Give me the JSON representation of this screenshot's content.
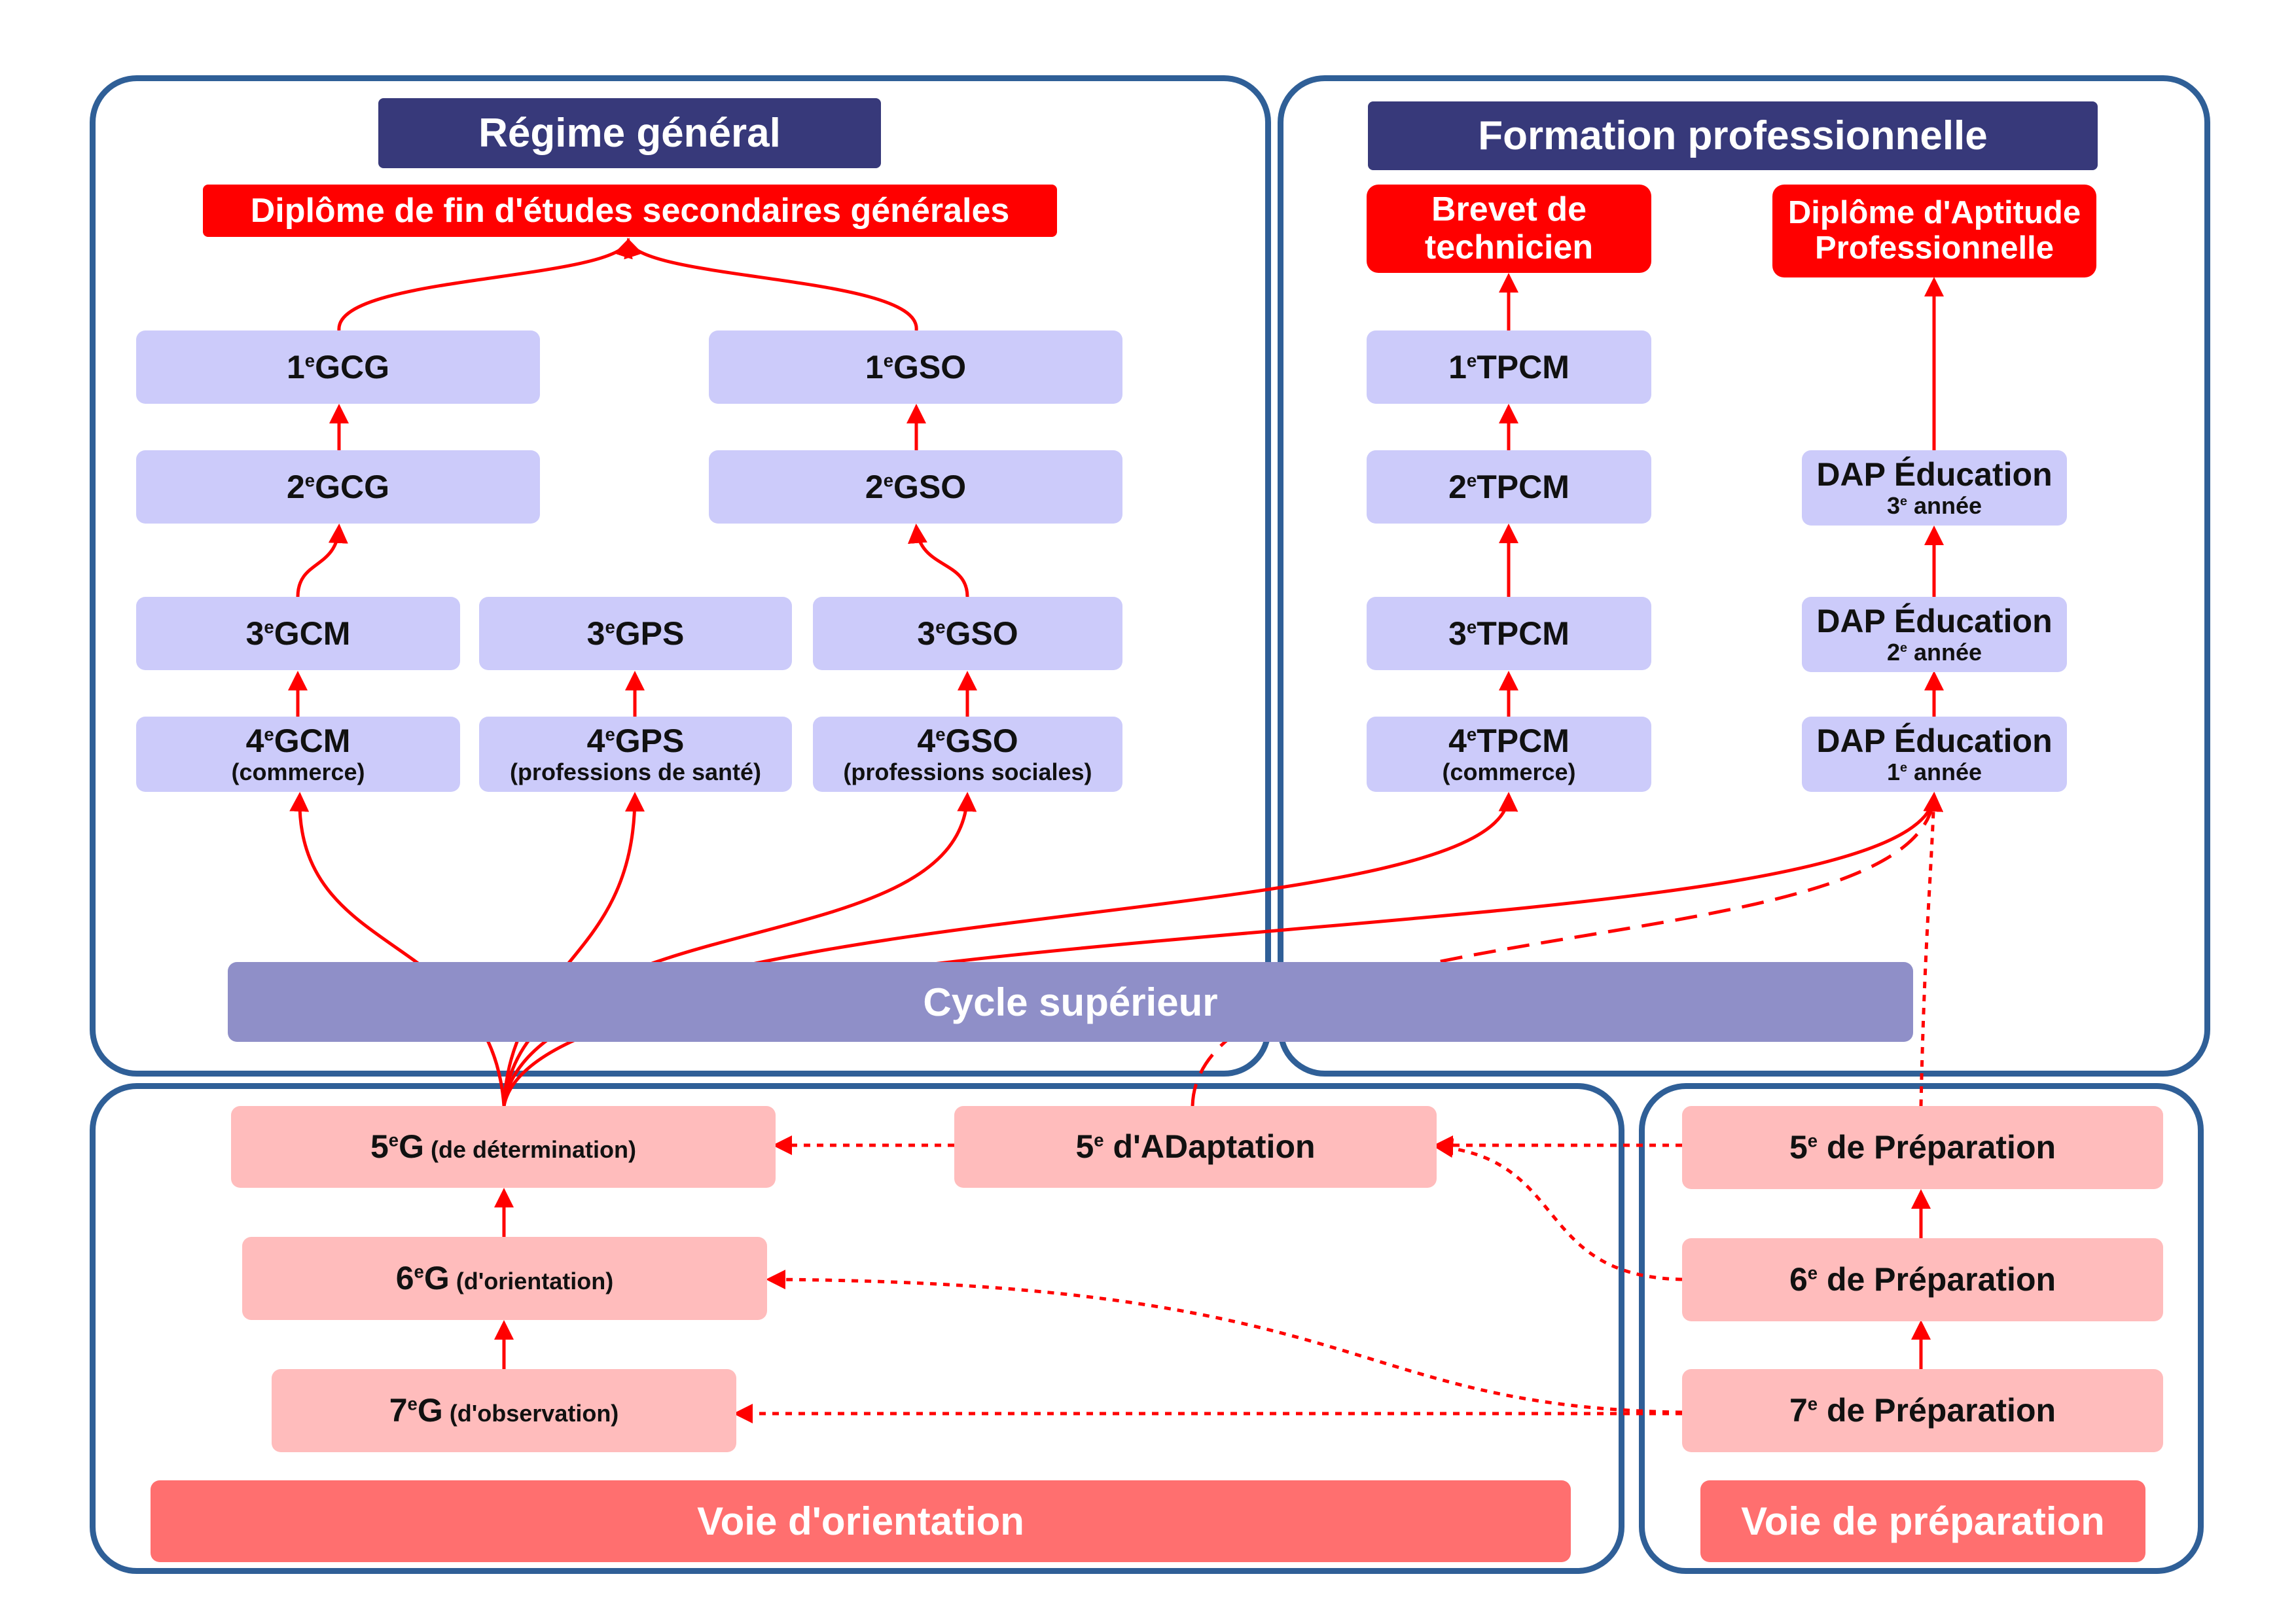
{
  "headers": {
    "regime_general": "Régime général",
    "formation_pro": "Formation professionnelle"
  },
  "diplomas": {
    "general": "Diplôme de fin d'études secondaires générales",
    "bt_line1": "Brevet de",
    "bt_line2": "technicien",
    "dap_line1": "Diplôme d'Aptitude",
    "dap_line2": "Professionnelle"
  },
  "general_boxes": {
    "gcg1": {
      "num": "1",
      "sup": "e",
      "code": "GCG"
    },
    "gso1": {
      "num": "1",
      "sup": "e",
      "code": "GSO"
    },
    "gcg2": {
      "num": "2",
      "sup": "e",
      "code": "GCG"
    },
    "gso2": {
      "num": "2",
      "sup": "e",
      "code": "GSO"
    },
    "gcm3": {
      "num": "3",
      "sup": "e",
      "code": "GCM"
    },
    "gps3": {
      "num": "3",
      "sup": "e",
      "code": "GPS"
    },
    "gso3": {
      "num": "3",
      "sup": "e",
      "code": "GSO"
    },
    "gcm4": {
      "num": "4",
      "sup": "e",
      "code": "GCM",
      "sub": "(commerce)"
    },
    "gps4": {
      "num": "4",
      "sup": "e",
      "code": "GPS",
      "sub": "(professions de santé)"
    },
    "gso4": {
      "num": "4",
      "sup": "e",
      "code": "GSO",
      "sub": "(professions sociales)"
    }
  },
  "pro_boxes": {
    "tpcm1": {
      "num": "1",
      "sup": "e",
      "code": "TPCM"
    },
    "tpcm2": {
      "num": "2",
      "sup": "e",
      "code": "TPCM"
    },
    "tpcm3": {
      "num": "3",
      "sup": "e",
      "code": "TPCM"
    },
    "tpcm4": {
      "num": "4",
      "sup": "e",
      "code": "TPCM",
      "sub": "(commerce)"
    },
    "dap3": {
      "title": "DAP Éducation",
      "num": "3",
      "sup": "e",
      "rest": " année"
    },
    "dap2": {
      "title": "DAP Éducation",
      "num": "2",
      "sup": "e",
      "rest": " année"
    },
    "dap1": {
      "title": "DAP Éducation",
      "num": "1",
      "sup": "e",
      "rest": " année"
    }
  },
  "cycle_superieur": "Cycle supérieur",
  "orientation": {
    "g5": {
      "num": "5",
      "sup": "e",
      "code": "G",
      "paren": " (de détermination)"
    },
    "g6": {
      "num": "6",
      "sup": "e",
      "code": "G",
      "paren": " (d'orientation)"
    },
    "g7": {
      "num": "7",
      "sup": "e",
      "code": "G",
      "paren": " (d'observation)"
    },
    "adaptation": {
      "num": "5",
      "sup": "e",
      "rest": " d'ADaptation"
    },
    "label": "Voie d'orientation"
  },
  "preparation": {
    "p5": {
      "num": "5",
      "sup": "e",
      "rest": " de Préparation"
    },
    "p6": {
      "num": "6",
      "sup": "e",
      "rest": " de Préparation"
    },
    "p7": {
      "num": "7",
      "sup": "e",
      "rest": " de Préparation"
    },
    "label": "Voie de préparation"
  },
  "colors": {
    "border": "#2f5f97",
    "arrow": "#ff0000",
    "lavender": "#cccbfa",
    "pink": "#ffbcbc",
    "navy": "#37397a",
    "salmon": "#ff6f6f",
    "cycle": "#8f8fc8"
  }
}
